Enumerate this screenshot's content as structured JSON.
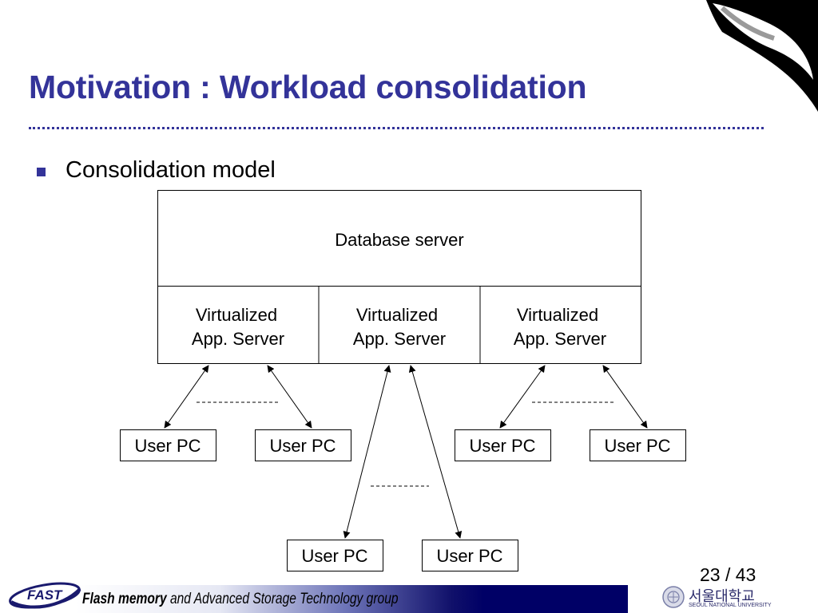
{
  "slide": {
    "title": "Motivation : Workload consolidation",
    "bullet": "Consolidation model",
    "page_number": "23 / 43"
  },
  "diagram": {
    "db_label": "Database server",
    "app_servers": [
      {
        "line1": "Virtualized",
        "line2": "App. Server"
      },
      {
        "line1": "Virtualized",
        "line2": "App. Server"
      },
      {
        "line1": "Virtualized",
        "line2": "App. Server"
      }
    ],
    "user_pcs": [
      "User PC",
      "User PC",
      "User PC",
      "User PC",
      "User PC",
      "User PC"
    ]
  },
  "footer": {
    "logo": "FAST",
    "group_bold": "Flash memory",
    "group_rest": " and Advanced Storage Technology group",
    "university": "서울대학교",
    "university_en": "SEOUL NATIONAL UNIVERSITY"
  },
  "colors": {
    "title": "#333399",
    "footer_bar_end": "#000066"
  }
}
